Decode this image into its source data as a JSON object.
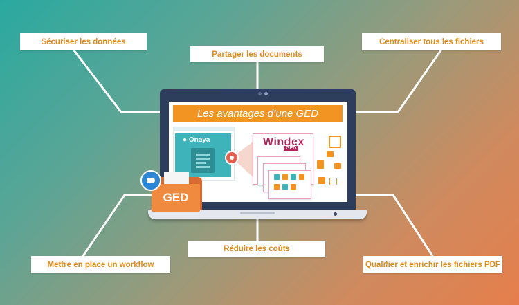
{
  "diagram": {
    "banner_title": "Les avantages d’une GED",
    "labels": {
      "securiser": "Sécuriser les données",
      "partager": "Partager les documents",
      "centraliser": "Centraliser tous les fichiers",
      "reduire": "Réduire les coûts",
      "workflow": "Mettre en place un workflow",
      "qualifier": "Qualifier et enrichir les fichiers PDF"
    },
    "screen": {
      "onaya_logo": "Onaya",
      "windex_logo": "Windex",
      "windex_sub": "GED",
      "folder_label": "GED"
    },
    "icons": [
      "cloud-server-icon",
      "eye-icon",
      "document-icon",
      "folder-icon",
      "file-icons"
    ],
    "colors": {
      "accent": "#f29422",
      "label_text": "#e08a1e",
      "screen_frame": "#2d3e5c",
      "onaya": "#3eb3ba",
      "windex": "#b2245a"
    }
  }
}
